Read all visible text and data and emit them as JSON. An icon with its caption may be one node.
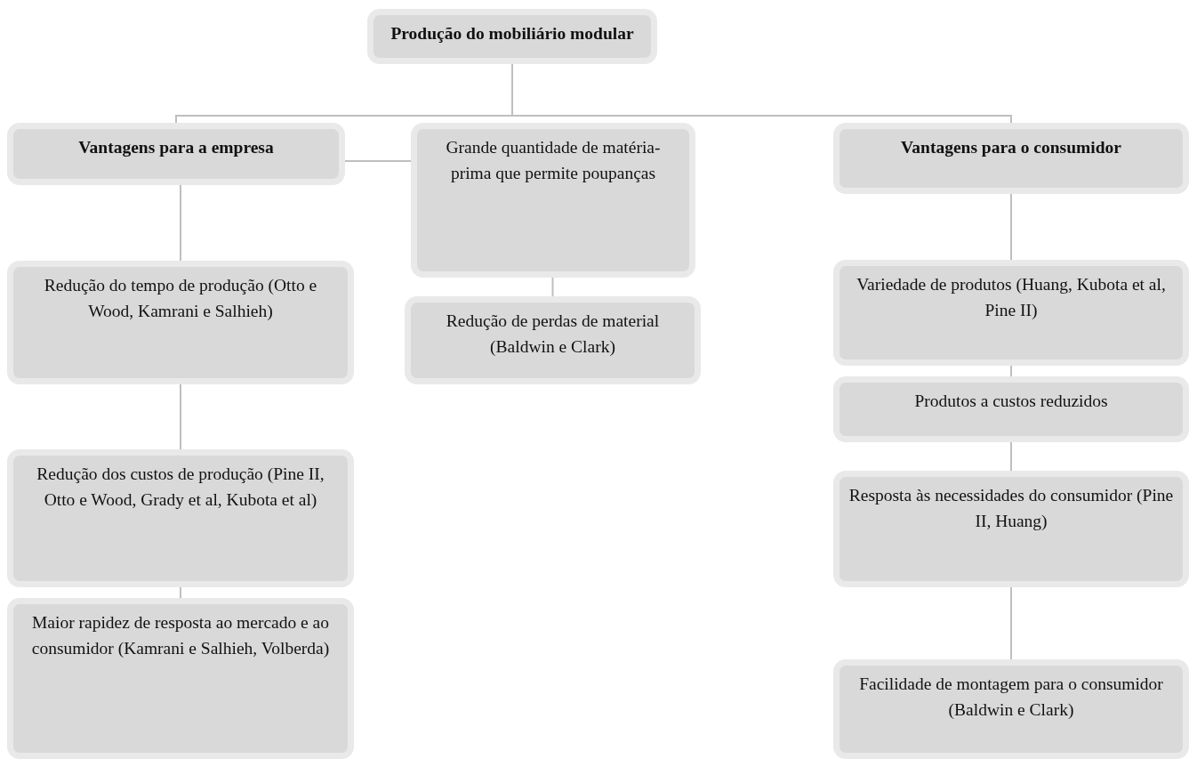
{
  "diagram": {
    "nodes": [
      {
        "text": [
          "Produção do mobiliário modular"
        ]
      },
      {
        "text": [
          "Vantagens para a empresa"
        ]
      },
      {
        "text": [
          "Grande quantidade de matéria- prima que permite poupanças"
        ]
      },
      {
        "text": [
          "Vantagens para o consumidor"
        ]
      },
      {
        "text": [
          "Redução do tempo de produção (Otto e Wood, Kamrani e Salhieh)"
        ]
      },
      {
        "text": [
          "Redução de perdas de material (Baldwin e Clark)"
        ]
      },
      {
        "text": [
          "Variedade de produtos (Huang, Kubota et al, Pine II)"
        ]
      },
      {
        "text": [
          "Redução dos custos de produção (Pine II, Otto e Wood, Grady et al, Kubota et al)"
        ]
      },
      {
        "text": [
          "Produtos a custos reduzidos"
        ]
      },
      {
        "text": [
          "Maior rapidez de resposta ao mercado e ao consumidor (Kamrani e Salhieh, Volberda)"
        ]
      },
      {
        "text": [
          "Resposta às necessidades do consumidor (Pine II, Huang)"
        ]
      },
      {
        "text": [
          "Facilidade de montagem para o consumidor (Baldwin e Clark)"
        ]
      }
    ],
    "edges": [
      {
        "from": 0,
        "to": 1,
        "arrow": "none"
      },
      {
        "from": 0,
        "to": 3,
        "arrow": "none"
      },
      {
        "from": 1,
        "to": 2,
        "arrow": "none"
      },
      {
        "from": 2,
        "to": 5,
        "arrow": "none"
      },
      {
        "from": 1,
        "to": 4,
        "arrow": "none"
      },
      {
        "from": 4,
        "to": 7,
        "arrow": "none"
      },
      {
        "from": 7,
        "to": 9,
        "arrow": "none"
      },
      {
        "from": 3,
        "to": 6,
        "arrow": "none"
      },
      {
        "from": 6,
        "to": 8,
        "arrow": "none"
      },
      {
        "from": 8,
        "to": 10,
        "arrow": "none"
      },
      {
        "from": 10,
        "to": 11,
        "arrow": "none"
      }
    ]
  }
}
